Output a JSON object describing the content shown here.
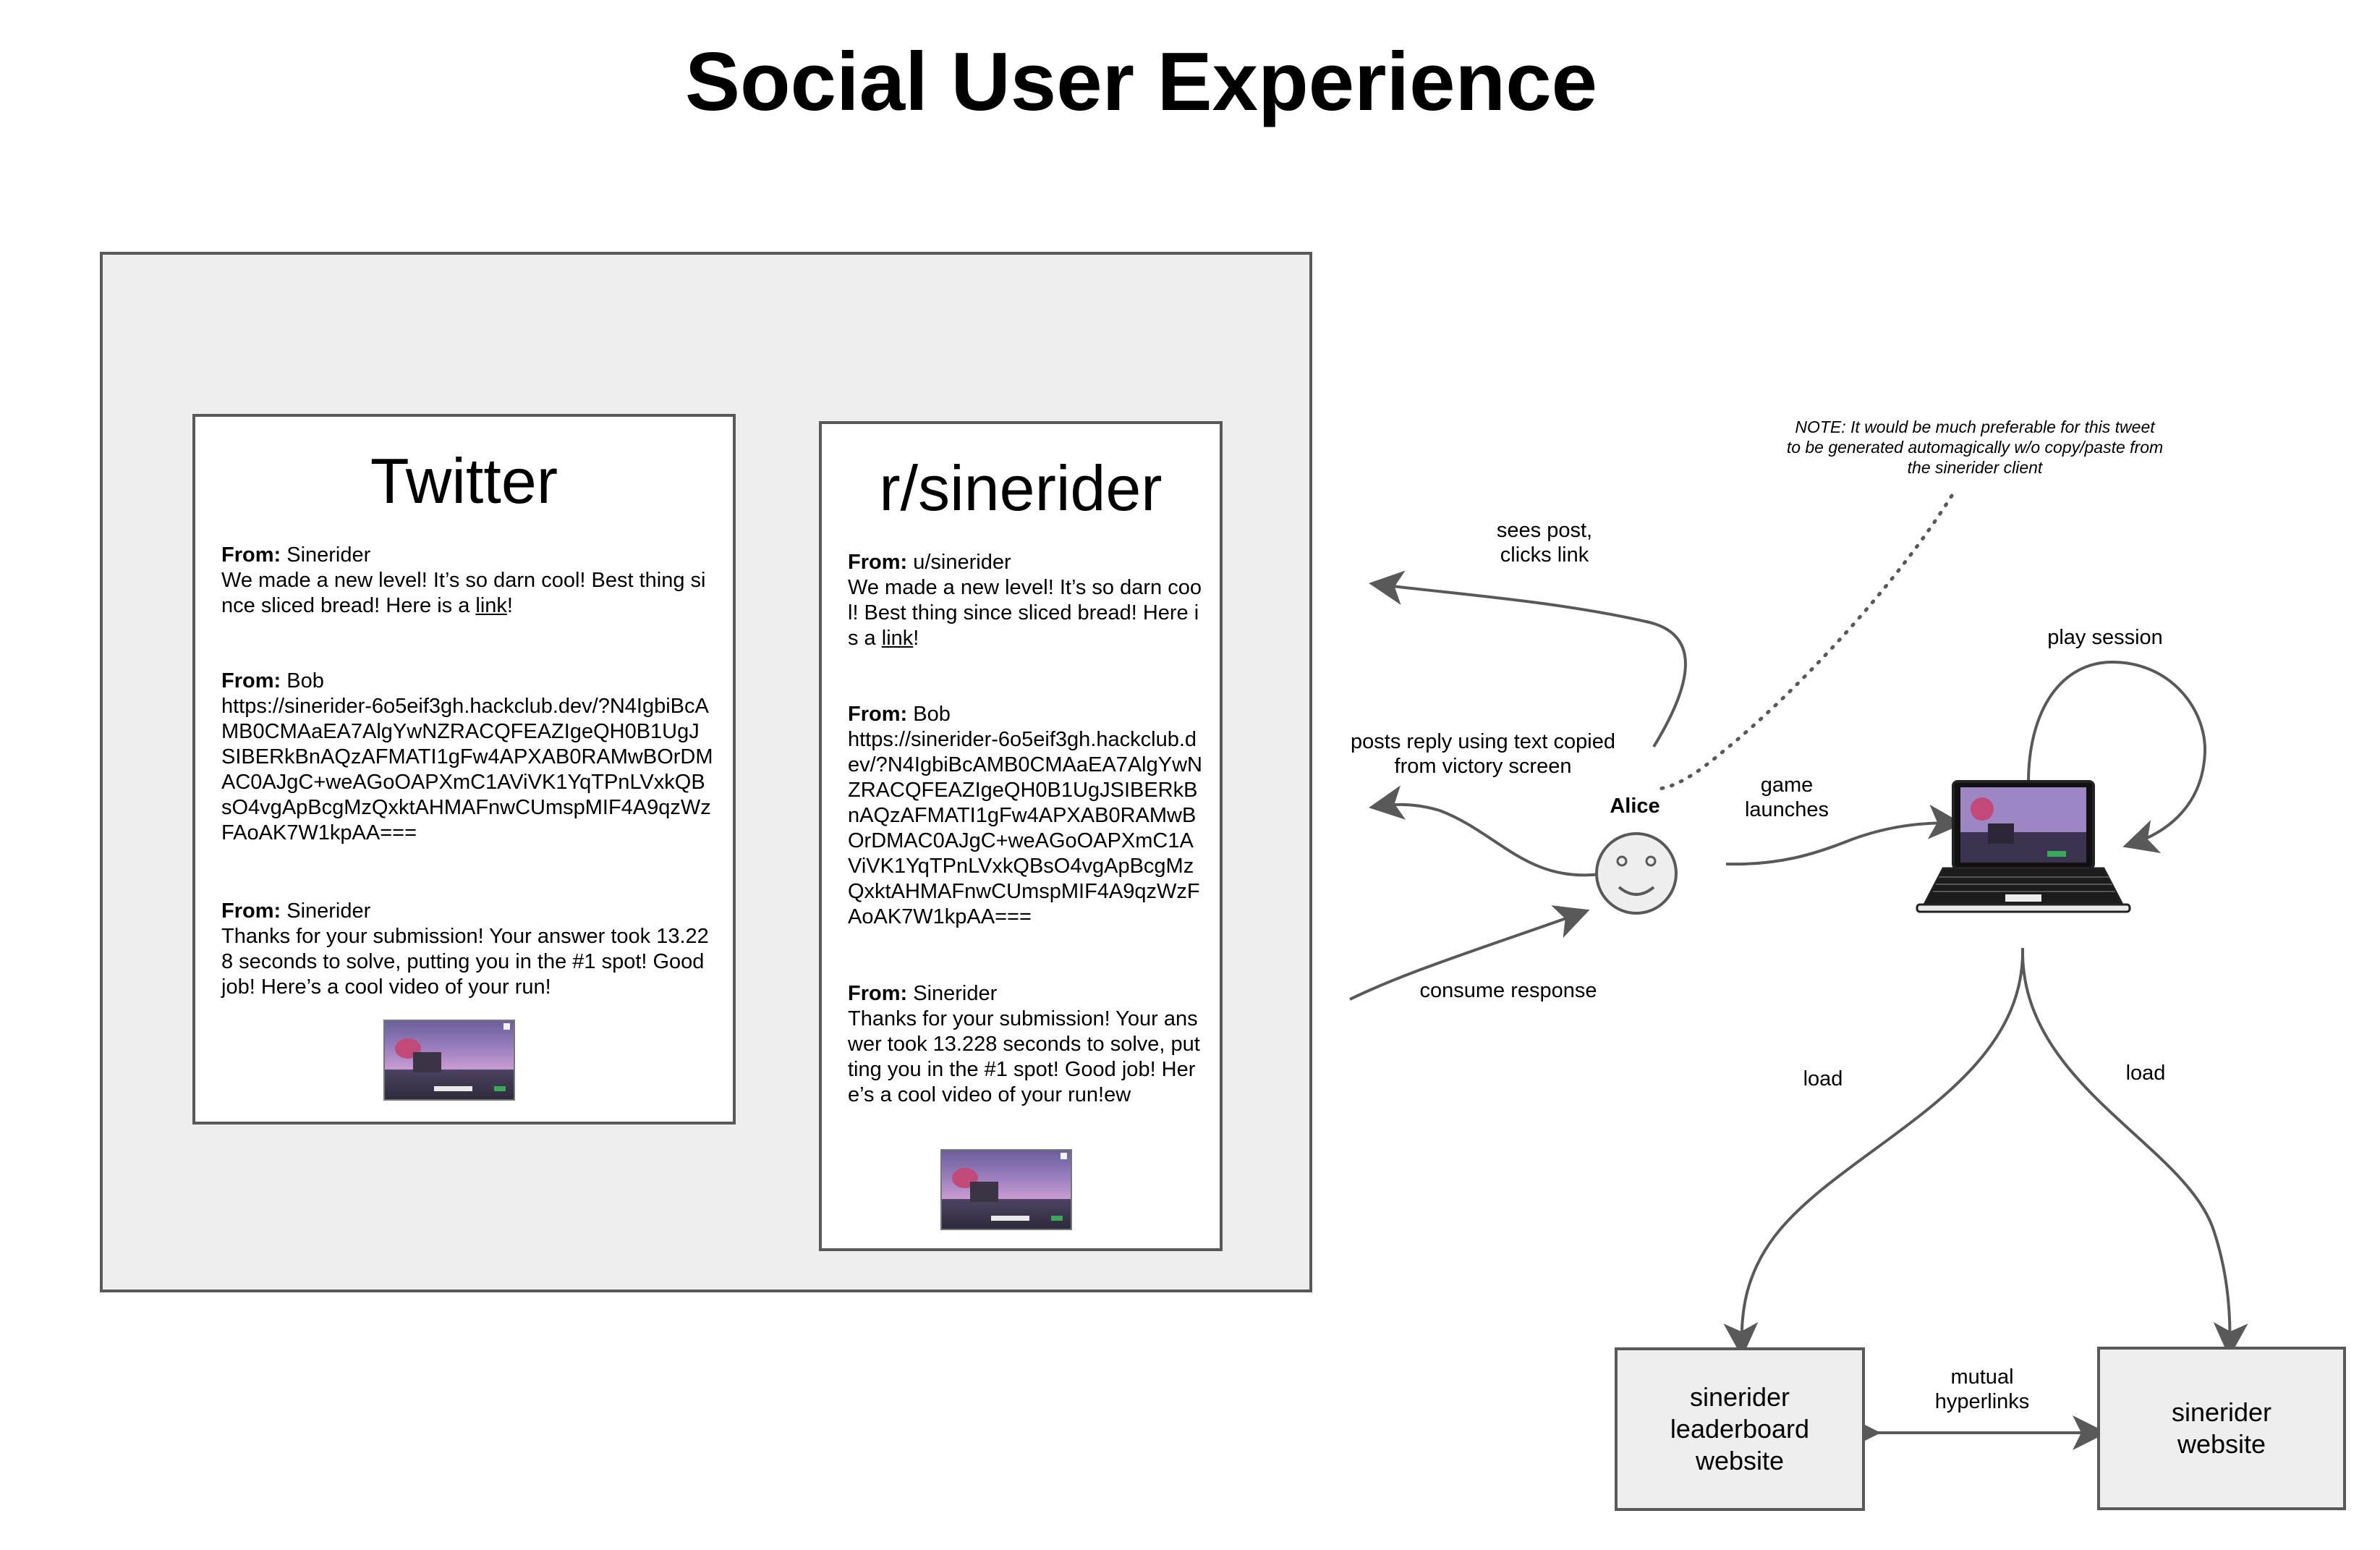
{
  "title": "Social User Experience",
  "twitter": {
    "title": "Twitter",
    "posts": [
      {
        "from_label": "From:",
        "author": " Sinerider",
        "body_pre": "We made a new level!  It’s so darn cool!  Best thing since sliced bread!  Here is a ",
        "link": "link",
        "body_post": "!"
      },
      {
        "from_label": "From:",
        "author": " Bob",
        "body": "https://sinerider-6o5eif3gh.hackclub.dev/?N4IgbiBcAMB0CMAaEA7AlgYwNZRACQFEAZIgeQH0B1UgJSIBERkBnAQzAFMATI1gFw4APXAB0RAMwBOrDMAC0AJgC+weAGoOAPXmC1AViVK1YqTPnLVxkQBsO4vgApBcgMzQxktAHMAFnwCUmspMIF4A9qzWzFAoAK7W1kpAA==="
      },
      {
        "from_label": "From:",
        "author": " Sinerider",
        "body": "Thanks for your submission!  Your answer took 13.228 seconds to solve, putting you in the #1 spot!  Good job!  Here’s a cool video of your run!"
      }
    ]
  },
  "reddit": {
    "title": "r/sinerider",
    "posts": [
      {
        "from_label": "From:",
        "author": " u/sinerider",
        "body_pre": "We made a new level!  It’s so darn cool!  Best thing since sliced bread!  Here is a ",
        "link": "link",
        "body_post": "!"
      },
      {
        "from_label": "From:",
        "author": " Bob",
        "body": "https://sinerider-6o5eif3gh.hackclub.dev/?N4IgbiBcAMB0CMAaEA7AlgYwNZRACQFEAZIgeQH0B1UgJSIBERkBnAQzAFMATI1gFw4APXAB0RAMwBOrDMAC0AJgC+weAGoOAPXmC1AViVK1YqTPnLVxkQBsO4vgApBcgMzQxktAHMAFnwCUmspMIF4A9qzWzFAoAK7W1kpAA==="
      },
      {
        "from_label": "From:",
        "author": " Sinerider",
        "body": "Thanks for your submission!  Your answer took 13.228 seconds to solve, putting you in the #1 spot!  Good job!  Here’s a cool video of your run!ew"
      }
    ]
  },
  "labels": {
    "sees_post": "sees post,\nclicks link",
    "posts_reply": "posts reply using text copied\nfrom victory screen",
    "consume_response": "consume response",
    "game_launches": "game\nlaunches",
    "play_session": "play session",
    "load_left": "load",
    "load_right": "load",
    "mutual_hyperlinks": "mutual\nhyperlinks",
    "alice": "Alice"
  },
  "note": "NOTE:  It would be much preferable for this tweet\nto be generated automagically w/o copy/paste from\nthe sinerider client",
  "boxes": {
    "leaderboard": "sinerider\nleaderboard\nwebsite",
    "website": "sinerider\nwebsite"
  },
  "colors": {
    "stroke": "#595959",
    "panel_fill": "#eeeeee"
  },
  "icons": {
    "user": "smiley-face-icon",
    "laptop": "laptop-icon"
  }
}
